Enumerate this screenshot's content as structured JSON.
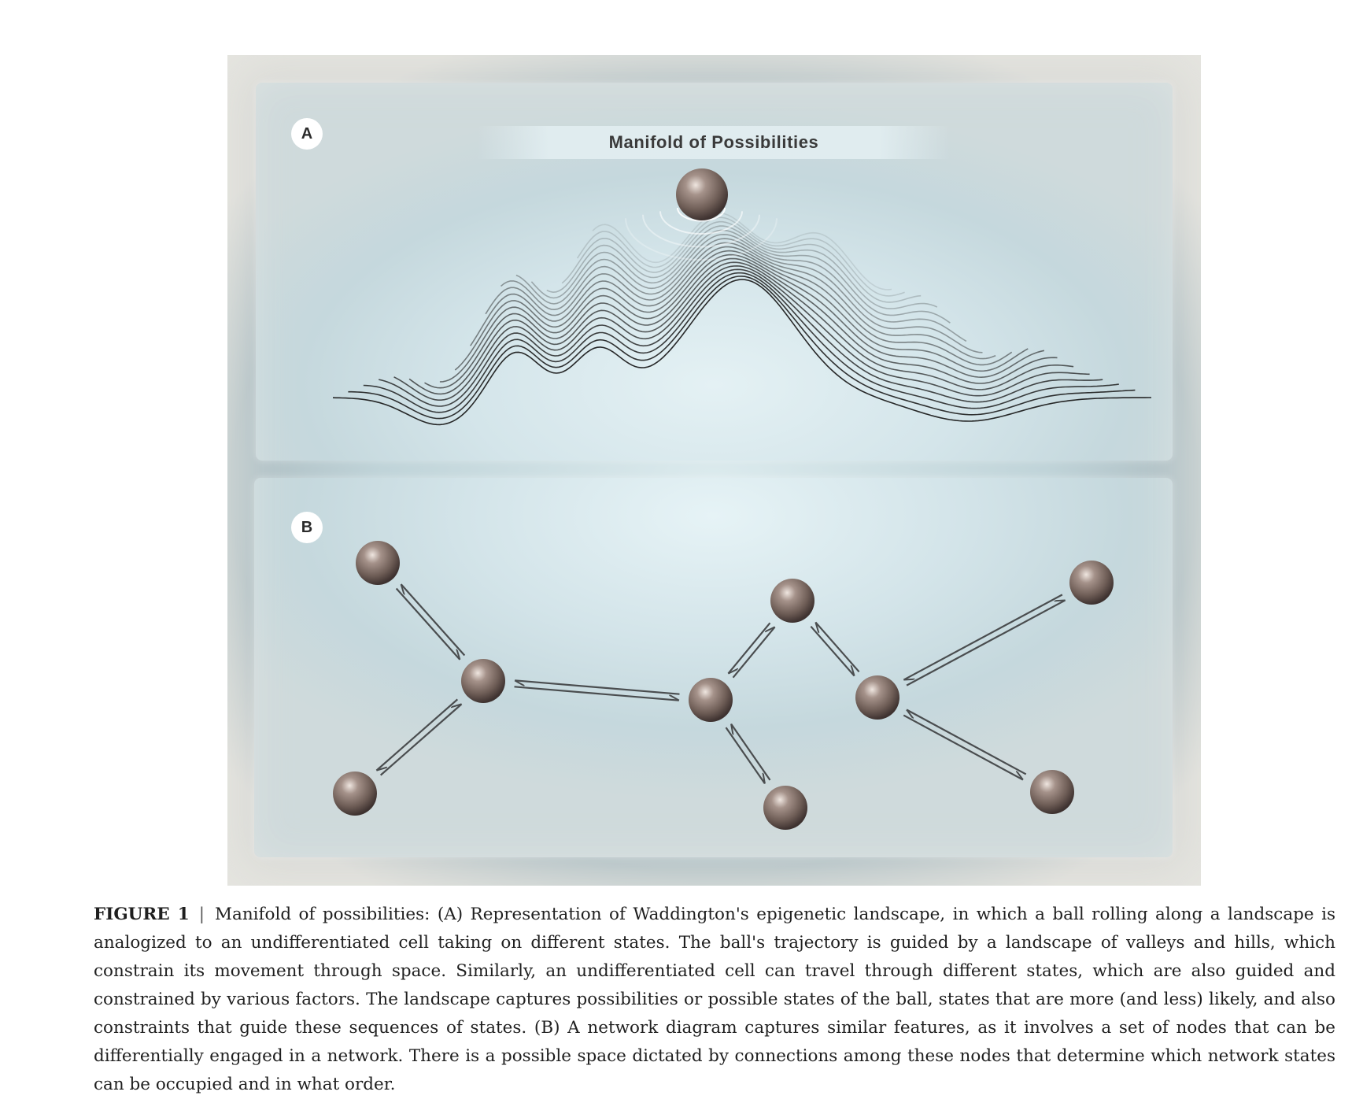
{
  "panel_a": {
    "label": "A",
    "title": "Manifold of Possibilities"
  },
  "panel_b": {
    "label": "B"
  },
  "caption": {
    "label": "FIGURE 1",
    "separator": "|",
    "text": "Manifold of possibilities: (A) Representation of Waddington's epigenetic landscape, in which a ball rolling along a landscape is analogized to an undifferentiated cell taking on different states. The ball's trajectory is guided by a landscape of valleys and hills, which constrain its movement through space. Similarly, an undifferentiated cell can travel through different states, which are also guided and constrained by various factors. The landscape captures possibilities or possible states of the ball, states that are more (and less) likely, and also constraints that guide these sequences of states. (B) A network diagram captures similar features, as it involves a set of nodes that can be differentially engaged in a network. There is a possible space dictated by connections among these nodes that determine which network states can be occupied and in what order."
  },
  "colors": {
    "ball": "#6e5d56",
    "ball_highlight": "#e8dcd5",
    "arrow": "#4a4d4f",
    "landscape_line": "#1c1c1c"
  }
}
